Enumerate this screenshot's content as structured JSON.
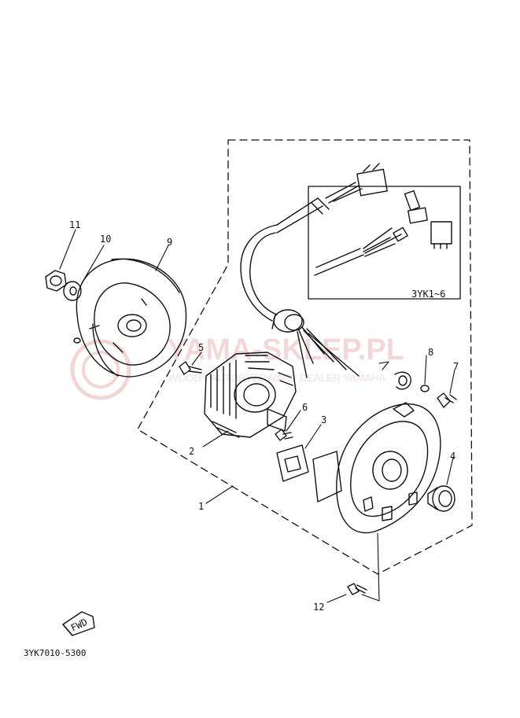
{
  "diagram": {
    "labels": [
      "1",
      "2",
      "3",
      "4",
      "5",
      "6",
      "7",
      "8",
      "9",
      "10",
      "11",
      "12"
    ],
    "variant_box_label": "3YK1~6",
    "fwd_label": "FWD",
    "drawing_code": "3YK7010-5300"
  },
  "watermark": {
    "main_text": "YAMA-SKLEP.PL",
    "sub_text": "WOODY AUTORYZOWANY DEALER YAMAHA",
    "color": "#e9b9b9"
  },
  "colors": {
    "line": "#111111",
    "background": "#ffffff"
  }
}
